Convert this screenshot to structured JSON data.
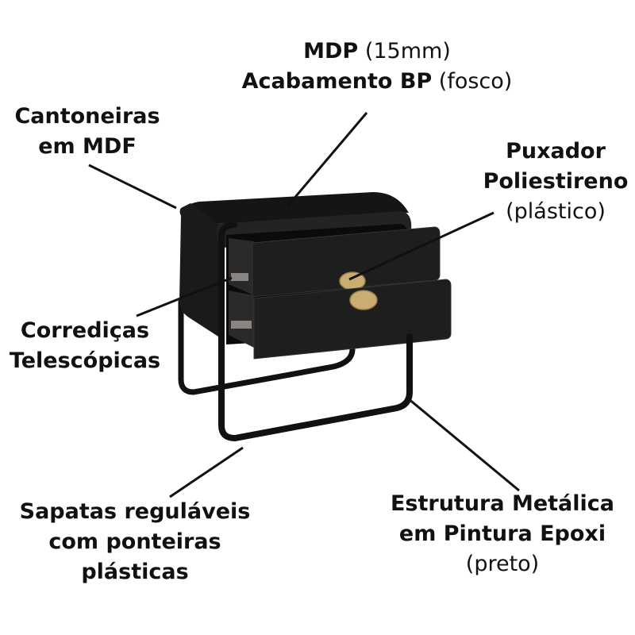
{
  "labels": {
    "mdp": {
      "line1_bold": "MDP",
      "line1_normal": " (15mm)",
      "line2_bold": "Acabamento BP",
      "line2_normal": " (fosco)"
    },
    "cantoneiras": {
      "line1": "Cantoneiras",
      "line2": "em MDF"
    },
    "puxador": {
      "line1": "Puxador",
      "line2": "Poliestireno",
      "line3": "(plástico)"
    },
    "corredicas": {
      "line1": "Corrediças",
      "line2": "Telescópicas"
    },
    "sapatas": {
      "line1": "Sapatas reguláveis",
      "line2": "com ponteiras",
      "line3": "plásticas"
    },
    "estrutura": {
      "line1": "Estrutura Metálica",
      "line2": "em Pintura Epoxi",
      "line3": "(preto)"
    }
  },
  "colors": {
    "body": "#1c1c1c",
    "front": "#222222",
    "dark": "#0d0d0d",
    "frame": "#111111",
    "handle": "#c9ad73",
    "text": "#111111"
  }
}
